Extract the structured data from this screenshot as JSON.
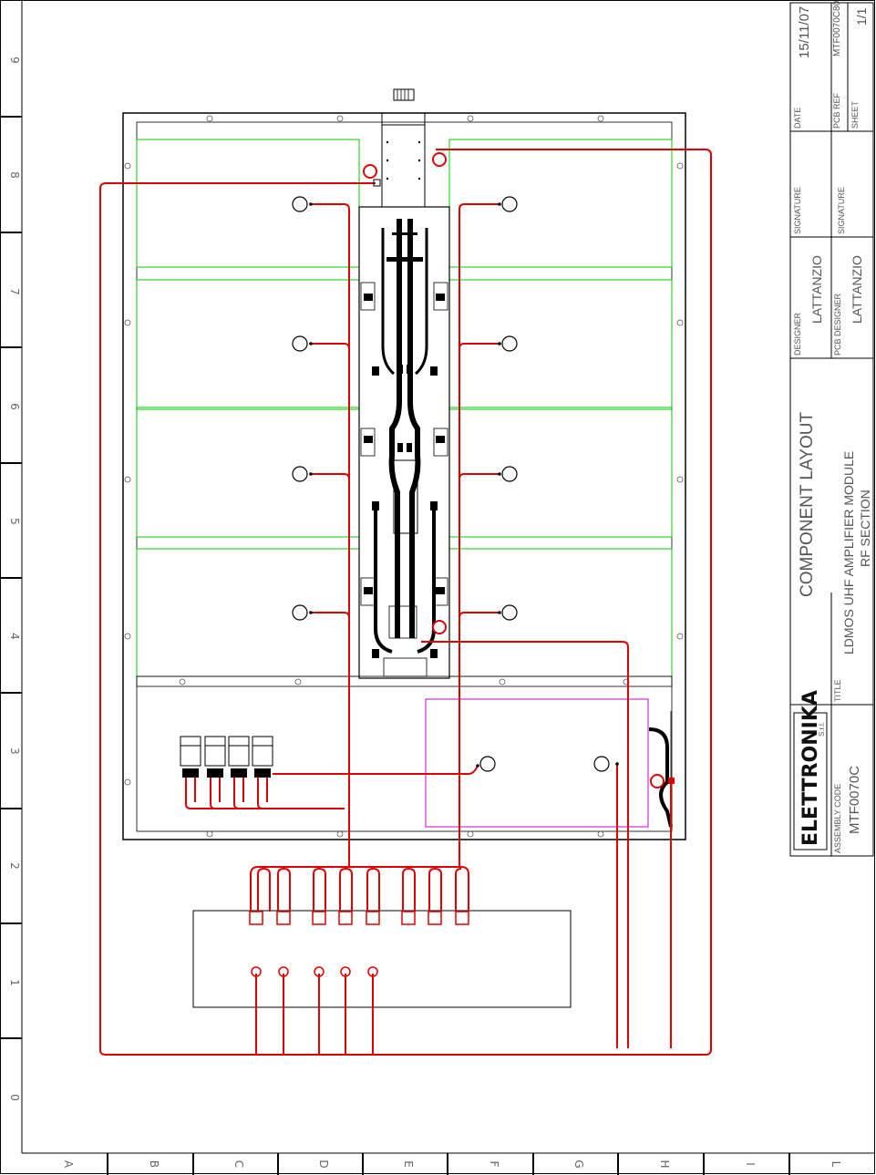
{
  "row_labels": [
    "9",
    "8",
    "7",
    "6",
    "5",
    "4",
    "3",
    "2",
    "1",
    "0"
  ],
  "column_labels": [
    "A",
    "B",
    "C",
    "D",
    "E",
    "F",
    "G",
    "H",
    "I",
    "L"
  ],
  "title_block": {
    "date_label": "DATE",
    "date_value": "15/11/07",
    "pcb_ref_label": "PCB REF",
    "pcb_ref_value": "MTF0070C80",
    "sheet_label": "SHEET",
    "sheet_value": "1/1",
    "signature_label_1": "SIGNATURE",
    "signature_label_2": "SIGNATURE",
    "designer_label": "DESIGNER",
    "designer_value": "LATTANZIO",
    "pcb_designer_label": "PCB DESIGNER",
    "pcb_designer_value": "LATTANZIO",
    "doc_title": "COMPONENT LAYOUT",
    "title_label": "TITLE",
    "title_line_1": "LDMOS UHF AMPLIFIER MODULE",
    "title_line_2": "RF SECTION",
    "assembly_code_label": "ASSEMBLY CODE",
    "assembly_code_value": "MTF0070C",
    "logo_text": "ELETTRONIKA",
    "logo_subtext": "S.r.l."
  },
  "colors": {
    "wire": "#e00000",
    "outline": "#000000",
    "heatsink": "#00cc00",
    "filter_box": "#cc00cc",
    "text": "#555555"
  }
}
